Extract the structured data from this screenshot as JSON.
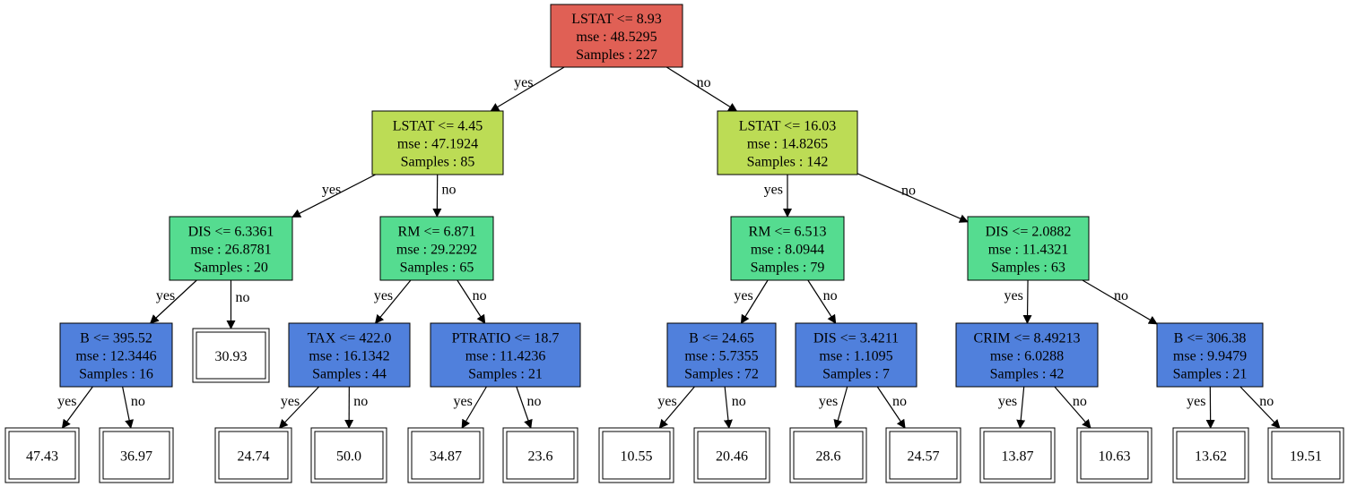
{
  "colors": {
    "root": "#e06055",
    "level1": "#bcdc55",
    "level2": "#55dc90",
    "level3": "#5080dc",
    "leaf_fill": "#ffffff",
    "stroke": "#000000"
  },
  "edge_labels": {
    "yes": "yes",
    "no": "no"
  },
  "nodes": [
    {
      "id": "n0",
      "lines": [
        "LSTAT <= 8.93",
        "mse : 48.5295",
        "Samples : 227"
      ],
      "color": "root"
    },
    {
      "id": "n1",
      "lines": [
        "LSTAT <= 4.45",
        "mse : 47.1924",
        "Samples : 85"
      ],
      "color": "level1"
    },
    {
      "id": "n2",
      "lines": [
        "LSTAT <= 16.03",
        "mse : 14.8265",
        "Samples : 142"
      ],
      "color": "level1"
    },
    {
      "id": "n3",
      "lines": [
        "DIS <= 6.3361",
        "mse : 26.8781",
        "Samples : 20"
      ],
      "color": "level2"
    },
    {
      "id": "n4",
      "lines": [
        "RM <= 6.871",
        "mse : 29.2292",
        "Samples : 65"
      ],
      "color": "level2"
    },
    {
      "id": "n5",
      "lines": [
        "RM <= 6.513",
        "mse : 8.0944",
        "Samples : 79"
      ],
      "color": "level2"
    },
    {
      "id": "n6",
      "lines": [
        "DIS <= 2.0882",
        "mse : 11.4321",
        "Samples : 63"
      ],
      "color": "level2"
    },
    {
      "id": "n7",
      "lines": [
        "B <= 395.52",
        "mse : 12.3446",
        "Samples : 16"
      ],
      "color": "level3"
    },
    {
      "id": "n8",
      "lines": [
        "TAX <= 422.0",
        "mse : 16.1342",
        "Samples : 44"
      ],
      "color": "level3"
    },
    {
      "id": "n9",
      "lines": [
        "PTRATIO <= 18.7",
        "mse : 11.4236",
        "Samples : 21"
      ],
      "color": "level3"
    },
    {
      "id": "n10",
      "lines": [
        "B <= 24.65",
        "mse : 5.7355",
        "Samples : 72"
      ],
      "color": "level3"
    },
    {
      "id": "n11",
      "lines": [
        "DIS <= 3.4211",
        "mse : 1.1095",
        "Samples : 7"
      ],
      "color": "level3"
    },
    {
      "id": "n12",
      "lines": [
        "CRIM <= 8.49213",
        "mse : 6.0288",
        "Samples : 42"
      ],
      "color": "level3"
    },
    {
      "id": "n13",
      "lines": [
        "B <= 306.38",
        "mse : 9.9479",
        "Samples : 21"
      ],
      "color": "level3"
    }
  ],
  "leaves": [
    {
      "id": "l0",
      "value": "30.93"
    },
    {
      "id": "l1",
      "value": "47.43"
    },
    {
      "id": "l2",
      "value": "36.97"
    },
    {
      "id": "l3",
      "value": "24.74"
    },
    {
      "id": "l4",
      "value": "50.0"
    },
    {
      "id": "l5",
      "value": "34.87"
    },
    {
      "id": "l6",
      "value": "23.6"
    },
    {
      "id": "l7",
      "value": "10.55"
    },
    {
      "id": "l8",
      "value": "20.46"
    },
    {
      "id": "l9",
      "value": "28.6"
    },
    {
      "id": "l10",
      "value": "24.57"
    },
    {
      "id": "l11",
      "value": "13.87"
    },
    {
      "id": "l12",
      "value": "10.63"
    },
    {
      "id": "l13",
      "value": "13.62"
    },
    {
      "id": "l14",
      "value": "19.51"
    }
  ],
  "edges": [
    {
      "from": "n0",
      "to": "n1",
      "label": "yes"
    },
    {
      "from": "n0",
      "to": "n2",
      "label": "no"
    },
    {
      "from": "n1",
      "to": "n3",
      "label": "yes"
    },
    {
      "from": "n1",
      "to": "n4",
      "label": "no"
    },
    {
      "from": "n2",
      "to": "n5",
      "label": "yes"
    },
    {
      "from": "n2",
      "to": "n6",
      "label": "no"
    },
    {
      "from": "n3",
      "to": "n7",
      "label": "yes"
    },
    {
      "from": "n3",
      "to": "l0",
      "label": "no"
    },
    {
      "from": "n4",
      "to": "n8",
      "label": "yes"
    },
    {
      "from": "n4",
      "to": "n9",
      "label": "no"
    },
    {
      "from": "n5",
      "to": "n10",
      "label": "yes"
    },
    {
      "from": "n5",
      "to": "n11",
      "label": "no"
    },
    {
      "from": "n6",
      "to": "n12",
      "label": "yes"
    },
    {
      "from": "n6",
      "to": "n13",
      "label": "no"
    },
    {
      "from": "n7",
      "to": "l1",
      "label": "yes"
    },
    {
      "from": "n7",
      "to": "l2",
      "label": "no"
    },
    {
      "from": "n8",
      "to": "l3",
      "label": "yes"
    },
    {
      "from": "n8",
      "to": "l4",
      "label": "no"
    },
    {
      "from": "n9",
      "to": "l5",
      "label": "yes"
    },
    {
      "from": "n9",
      "to": "l6",
      "label": "no"
    },
    {
      "from": "n10",
      "to": "l7",
      "label": "yes"
    },
    {
      "from": "n10",
      "to": "l8",
      "label": "no"
    },
    {
      "from": "n11",
      "to": "l9",
      "label": "yes"
    },
    {
      "from": "n11",
      "to": "l10",
      "label": "no"
    },
    {
      "from": "n12",
      "to": "l11",
      "label": "yes"
    },
    {
      "from": "n12",
      "to": "l12",
      "label": "no"
    },
    {
      "from": "n13",
      "to": "l13",
      "label": "yes"
    },
    {
      "from": "n13",
      "to": "l14",
      "label": "no"
    }
  ]
}
